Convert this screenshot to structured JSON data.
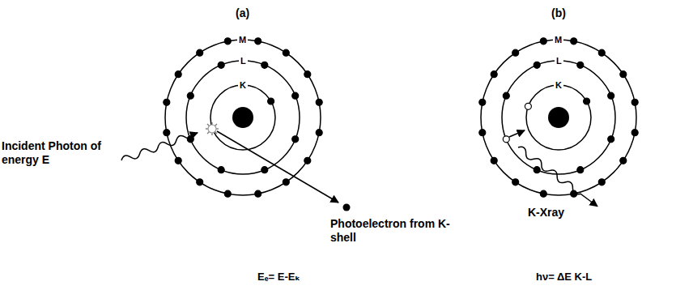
{
  "diagram": {
    "labels": [
      "(a)",
      "(b)",
      "M",
      "L",
      "K",
      "M",
      "L",
      "K",
      "Incident Photon of energy E",
      "Photoelectron from K-shell",
      "K-Xray",
      "Eₑ= E-Eₖ",
      "hν= ΔE K-L"
    ]
  }
}
